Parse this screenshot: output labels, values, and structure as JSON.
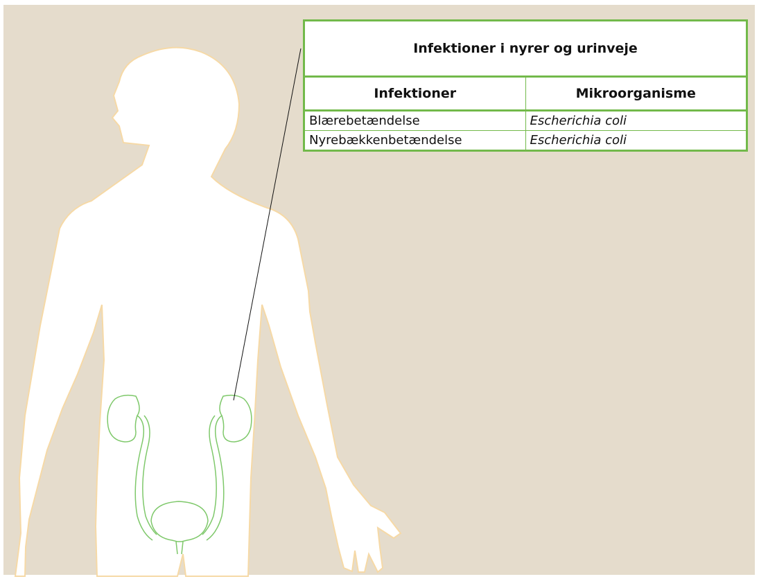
{
  "table": {
    "title": "Infektioner i nyrer og urinveje",
    "headers": [
      "Infektioner",
      "Mikroorganisme"
    ],
    "rows": [
      {
        "infection": "Blærebetændelse",
        "organism": "Escherichia coli"
      },
      {
        "infection": "Nyrebækkenbetændelse",
        "organism": "Escherichia coli"
      }
    ]
  },
  "colors": {
    "background": "#e5dccc",
    "body_fill": "#ffffff",
    "body_outline": "#f6d9a6",
    "organ_outline": "#7ec86a",
    "table_border": "#72b94a",
    "pointer_line": "#111111"
  },
  "figure": {
    "subject": "human-body-silhouette",
    "highlighted_organs": [
      "kidneys",
      "ureters",
      "bladder",
      "urethra"
    ]
  }
}
